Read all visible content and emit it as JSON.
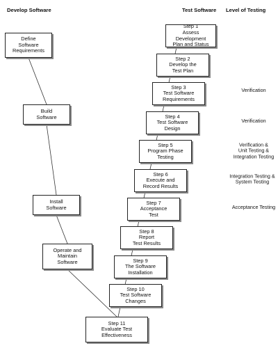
{
  "headers": {
    "develop": "Develop Software",
    "test": "Test Software",
    "level": "Level of Testing"
  },
  "develop_steps": [
    "Define\nSoftware\nRequirements",
    "Build\nSoftware",
    "Install\nSoftware",
    "Operate and\nMaintain\nSoftware"
  ],
  "test_steps": [
    "Step 1\nAssess Development\nPlan and Status",
    "Step 2\nDevelop the\nTest Plan",
    "Step 3\nTest Software\nRequirements",
    "Step 4\nTest Software\nDesign",
    "Step 5\nProgram Phase\nTesting",
    "Step 6\nExecute and\nRecord Results",
    "Step 7\nAcceptance\nTest",
    "Step 8\nReport\nTest Results",
    "Step 9\nThe Software\nInstallation",
    "Step 10\nTest Software\nChanges",
    "Step 11\nEvaluate Test\nEffectiveness"
  ],
  "testing_levels": [
    "Verification",
    "Verification",
    "Verification &\nUnit Testing &\nIntegration Testing",
    "Integration Testing &\nSystem Testing",
    "Acceptance Testing"
  ]
}
